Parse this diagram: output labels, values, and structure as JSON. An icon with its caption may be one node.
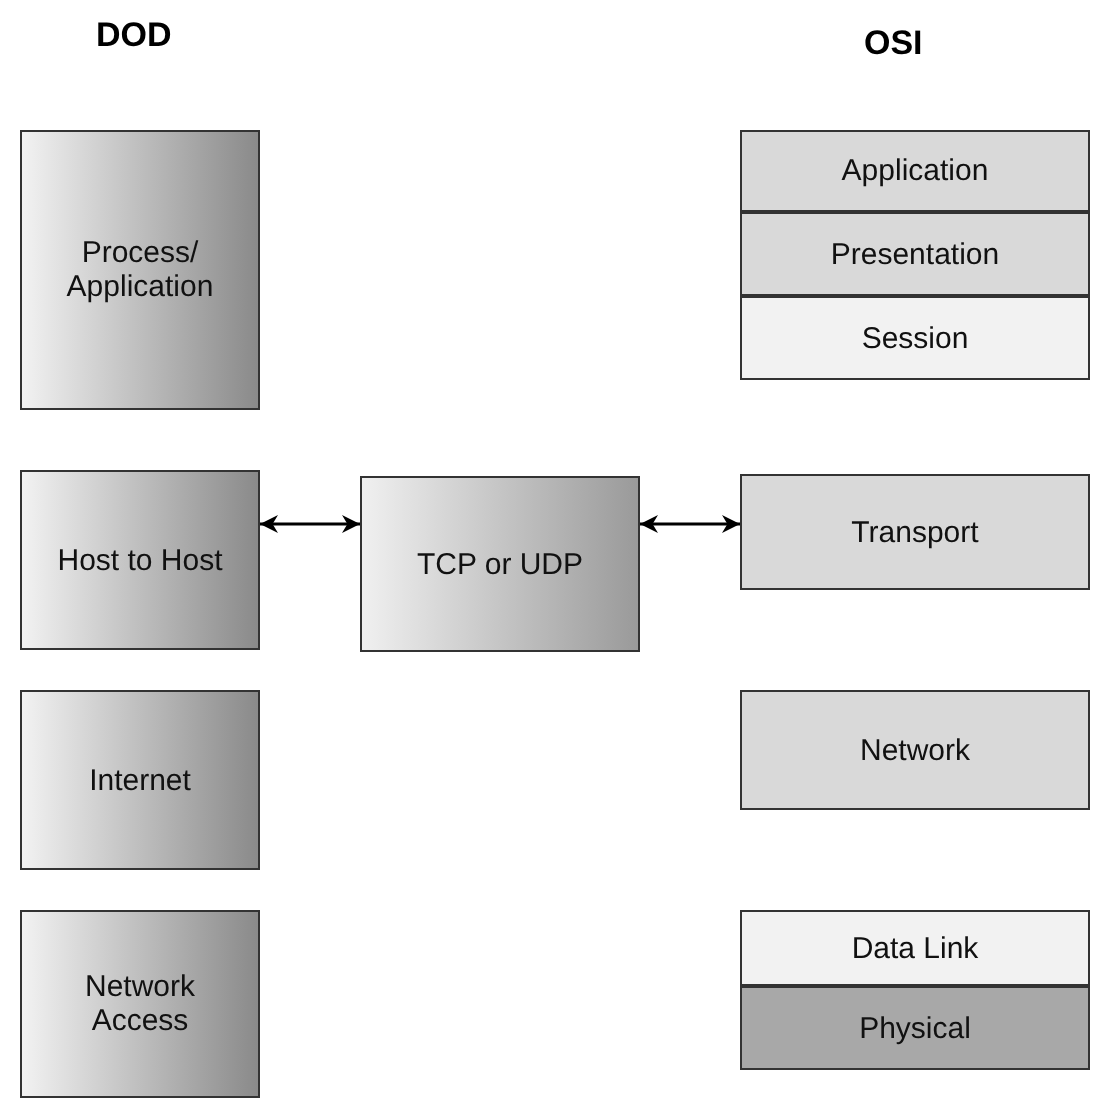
{
  "diagram": {
    "nodes": [
      {
        "text": [
          "Process/ Application"
        ]
      },
      {
        "text": [
          "Host to Host"
        ]
      },
      {
        "text": [
          "Internet"
        ]
      },
      {
        "text": [
          "Network Access"
        ]
      },
      {
        "text": [
          "TCP or UDP"
        ]
      },
      {
        "text": [
          "Application"
        ]
      },
      {
        "text": [
          "Presentation"
        ]
      },
      {
        "text": [
          "Session"
        ]
      },
      {
        "text": [
          "Transport"
        ]
      },
      {
        "text": [
          "Network"
        ]
      },
      {
        "text": [
          "Data Link"
        ]
      },
      {
        "text": [
          "Physical"
        ]
      }
    ],
    "edges": [
      {
        "from": 1,
        "to": 4,
        "arrow": "both"
      },
      {
        "from": 4,
        "to": 8,
        "arrow": "both"
      }
    ],
    "labels": [
      "DOD",
      "OSI"
    ]
  }
}
